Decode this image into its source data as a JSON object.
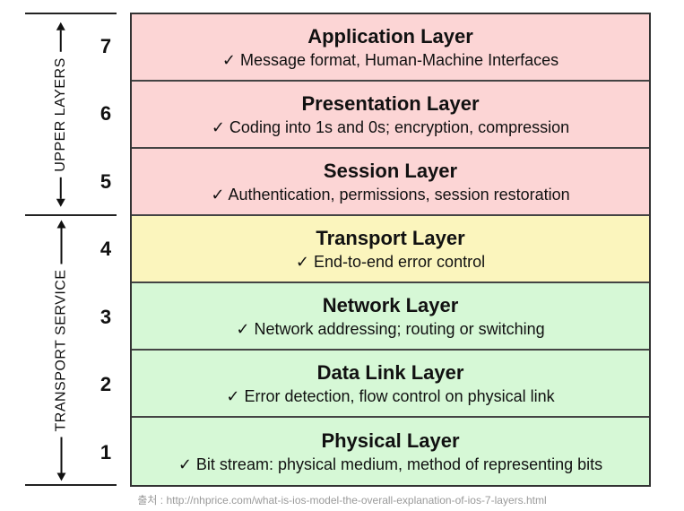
{
  "side_labels": {
    "upper": "UPPER LAYERS",
    "transport": "TRANSPORT SERVICE"
  },
  "layers": [
    {
      "number": "7",
      "title": "Application Layer",
      "desc": "✓ Message format, Human-Machine Interfaces",
      "group": "upper"
    },
    {
      "number": "6",
      "title": "Presentation Layer",
      "desc": "✓ Coding into 1s and 0s; encryption, compression",
      "group": "upper"
    },
    {
      "number": "5",
      "title": "Session Layer",
      "desc": "✓ Authentication, permissions, session restoration",
      "group": "upper"
    },
    {
      "number": "4",
      "title": "Transport Layer",
      "desc": "✓ End-to-end error control",
      "group": "transport"
    },
    {
      "number": "3",
      "title": "Network Layer",
      "desc": "✓ Network addressing; routing or switching",
      "group": "lower"
    },
    {
      "number": "2",
      "title": "Data Link Layer",
      "desc": "✓ Error detection, flow control on physical link",
      "group": "lower"
    },
    {
      "number": "1",
      "title": "Physical Layer",
      "desc": "✓ Bit stream: physical medium, method of representing bits",
      "group": "lower"
    }
  ],
  "colors": {
    "upper": "#fcd5d5",
    "transport": "#fbf5bd",
    "lower": "#d6f8d6"
  },
  "source": "출처 : http://nhprice.com/what-is-ios-model-the-overall-explanation-of-ios-7-layers.html"
}
